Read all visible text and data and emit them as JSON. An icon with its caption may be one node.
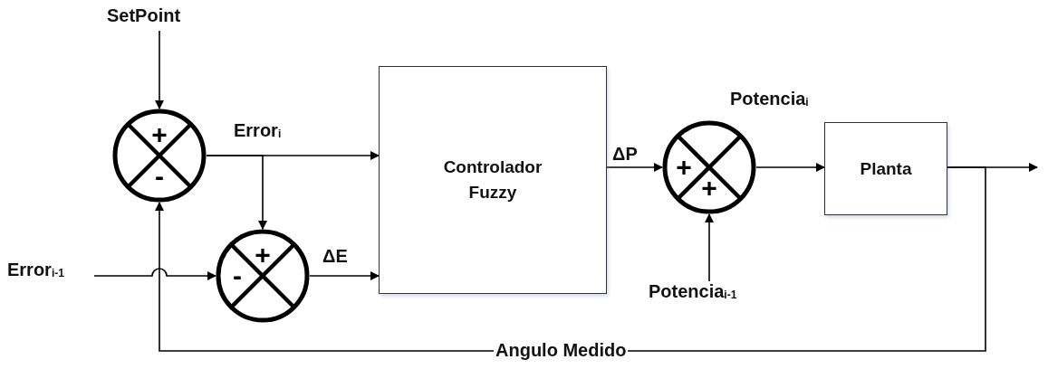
{
  "diagram": {
    "nodes": [
      {
        "text": [
          "SetPoint"
        ]
      },
      {
        "text": [
          "+",
          "-"
        ]
      },
      {
        "text": [
          "Error$_{i-1}$"
        ]
      },
      {
        "text": [
          "+",
          "-"
        ]
      },
      {
        "text": [
          "Controlador Fuzzy"
        ]
      },
      {
        "text": [
          "+",
          "+"
        ]
      },
      {
        "text": [
          "Potencia$_{i-1}$"
        ]
      },
      {
        "text": [
          "Planta"
        ]
      }
    ],
    "edges": [
      {
        "from": 0,
        "to": 1,
        "arrow": "to"
      },
      {
        "from": 1,
        "to": 4,
        "arrow": "to",
        "label": "Error$_{i}$"
      },
      {
        "from": 1,
        "to": 3,
        "arrow": "to"
      },
      {
        "from": 2,
        "to": 3,
        "arrow": "to"
      },
      {
        "from": 3,
        "to": 4,
        "arrow": "to",
        "label": "ΔE"
      },
      {
        "from": 4,
        "to": 5,
        "arrow": "to",
        "label": "ΔP"
      },
      {
        "from": 6,
        "to": 5,
        "arrow": "to"
      },
      {
        "from": 5,
        "to": 7,
        "arrow": "to",
        "label": "Potencia$_{i}$"
      },
      {
        "from": 7,
        "to": null,
        "arrow": "to"
      },
      {
        "from": 7,
        "to": 1,
        "arrow": "to",
        "label": "Angulo Medido"
      }
    ]
  }
}
